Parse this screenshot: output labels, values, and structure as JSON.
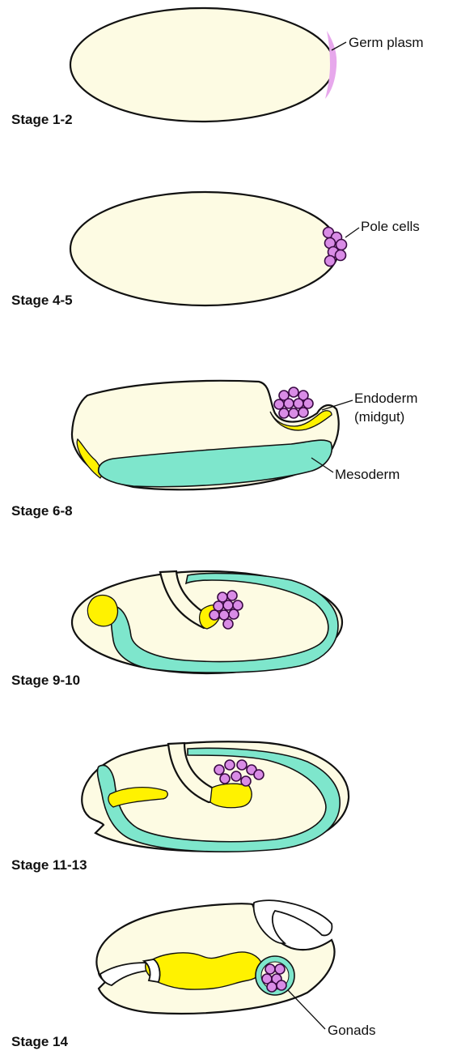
{
  "colors": {
    "egg_fill": "#fdfbe3",
    "germ_plasm": "#e7a8ec",
    "pole_cell": "#d98ce6",
    "mesoderm": "#7ee6cc",
    "endoderm": "#fff200",
    "outline": "#111111"
  },
  "stages": [
    {
      "label": "Stage 1-2",
      "callouts": [
        "Germ plasm"
      ]
    },
    {
      "label": "Stage 4-5",
      "callouts": [
        "Pole cells"
      ]
    },
    {
      "label": "Stage 6-8",
      "callouts": [
        "Endoderm",
        "(midgut)",
        "Mesoderm"
      ]
    },
    {
      "label": "Stage 9-10",
      "callouts": []
    },
    {
      "label": "Stage 11-13",
      "callouts": []
    },
    {
      "label": "Stage 14",
      "callouts": [
        "Gonads"
      ]
    }
  ]
}
